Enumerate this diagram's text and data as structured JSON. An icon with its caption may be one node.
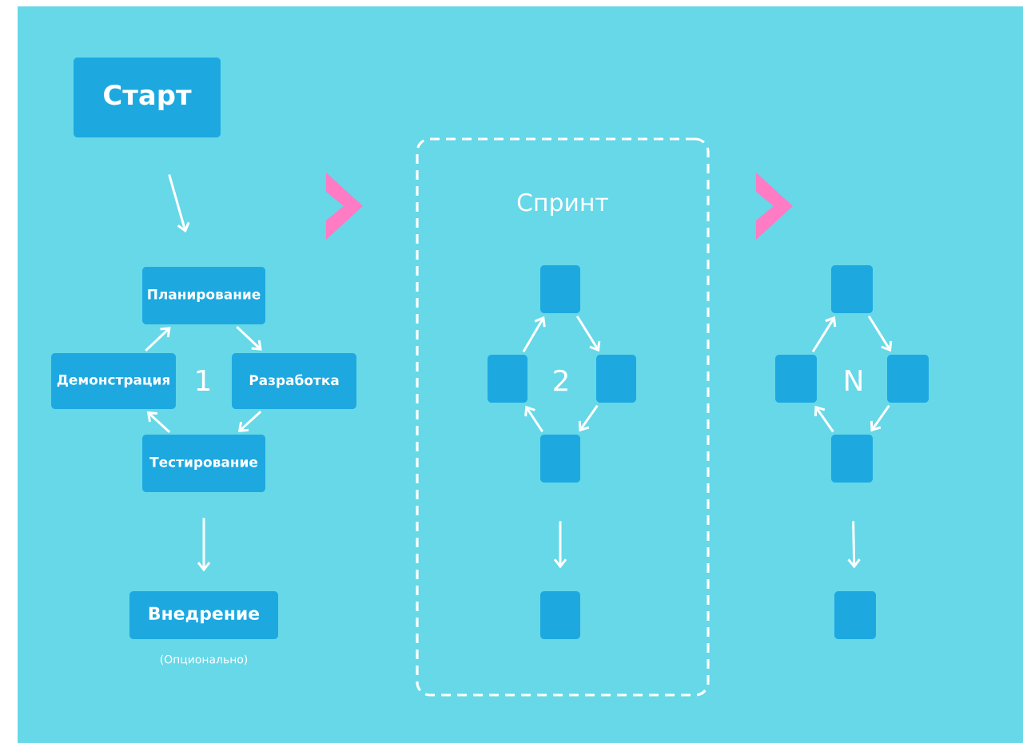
{
  "diagram": {
    "nodes": [
      {
        "text": [
          "Старт"
        ]
      },
      {
        "text": [
          "Планирование"
        ]
      },
      {
        "text": [
          "Разработка"
        ]
      },
      {
        "text": [
          "Тестирование"
        ]
      },
      {
        "text": [
          "Демонстрация"
        ]
      },
      {
        "text": [
          "Внедрение"
        ],
        "beside": [
          "(Опционально)"
        ]
      },
      {
        "text": [
          "Спринт"
        ]
      },
      {
        "text": [],
        "shape": "box",
        "in": 6
      },
      {
        "text": [],
        "shape": "box",
        "in": 6
      },
      {
        "text": [],
        "shape": "box",
        "in": 6
      },
      {
        "text": [],
        "shape": "box",
        "in": 6
      },
      {
        "text": [],
        "shape": "box",
        "in": 6
      },
      {
        "text": [],
        "shape": "box"
      },
      {
        "text": [],
        "shape": "box"
      },
      {
        "text": [],
        "shape": "box"
      },
      {
        "text": [],
        "shape": "box"
      },
      {
        "text": [],
        "shape": "box"
      }
    ],
    "edges": [
      {
        "from": 0,
        "to": 1,
        "arrow": "to"
      },
      {
        "from": 1,
        "to": 2,
        "arrow": "to"
      },
      {
        "from": 2,
        "to": 3,
        "arrow": "to"
      },
      {
        "from": 3,
        "to": 4,
        "arrow": "to"
      },
      {
        "from": 4,
        "to": 1,
        "arrow": "to"
      },
      {
        "from": 3,
        "to": 5,
        "arrow": "to"
      },
      {
        "from": 7,
        "to": 9,
        "arrow": "to"
      },
      {
        "from": 9,
        "to": 10,
        "arrow": "to"
      },
      {
        "from": 10,
        "to": 8,
        "arrow": "to"
      },
      {
        "from": 8,
        "to": 7,
        "arrow": "to"
      },
      {
        "from": 10,
        "to": 11,
        "arrow": "to"
      },
      {
        "from": 12,
        "to": 14,
        "arrow": "to"
      },
      {
        "from": 14,
        "to": 15,
        "arrow": "to"
      },
      {
        "from": 15,
        "to": 13,
        "arrow": "to"
      },
      {
        "from": 13,
        "to": 12,
        "arrow": "to"
      },
      {
        "from": 15,
        "to": 16,
        "arrow": "to"
      }
    ],
    "labels": [
      "1",
      "2",
      "N"
    ]
  }
}
